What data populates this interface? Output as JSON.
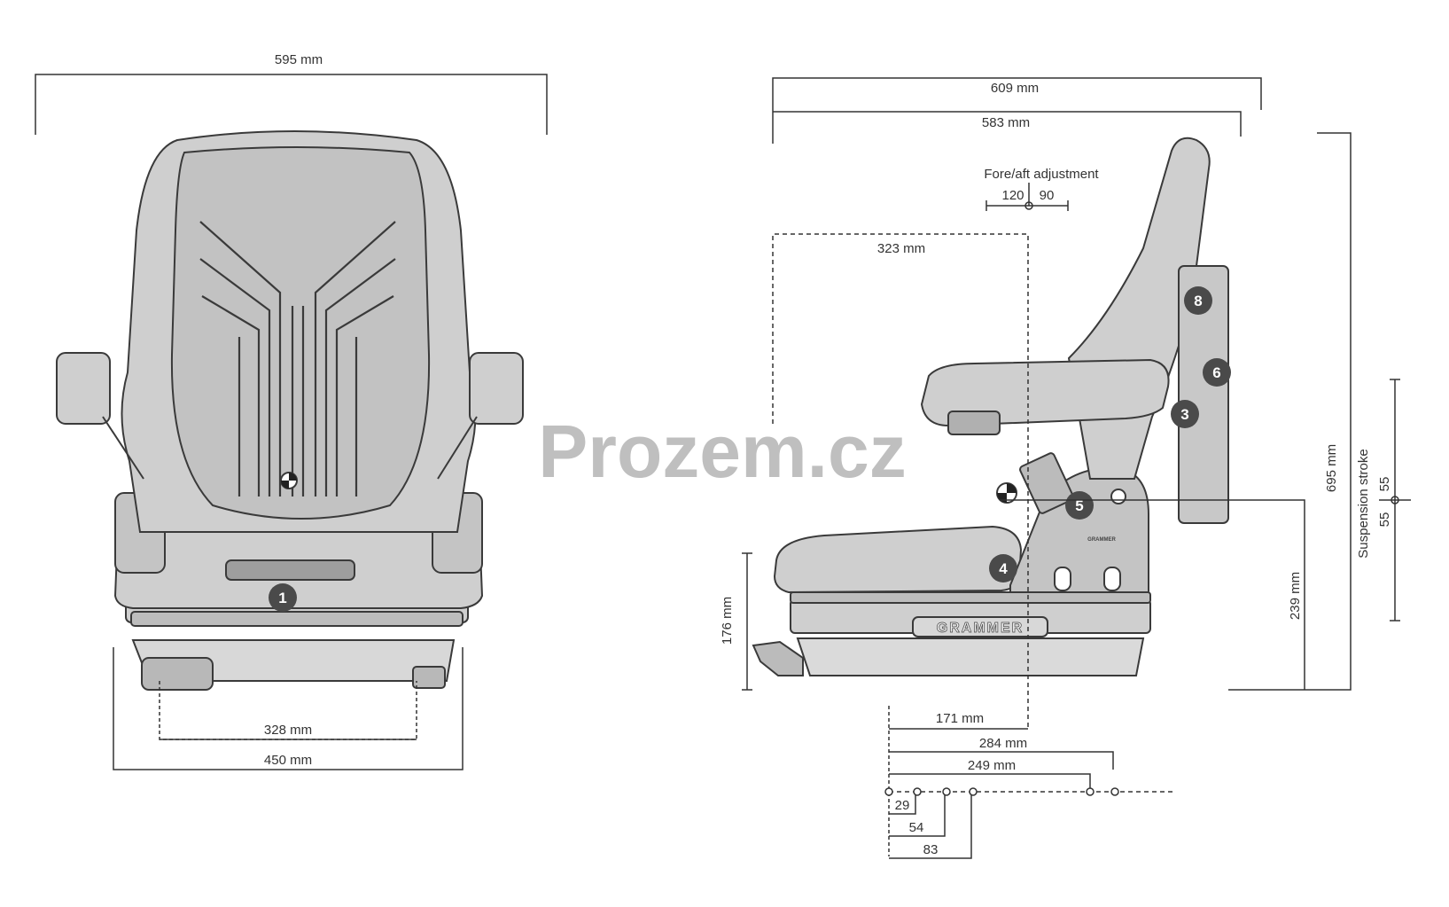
{
  "front_view": {
    "width_top": "595 mm",
    "rail_spacing": "328 mm",
    "base_width": "450 mm",
    "callout_1": "1"
  },
  "side_view": {
    "depth_total": "609 mm",
    "depth_seat": "583 mm",
    "fore_aft_label": "Fore/aft adjustment",
    "fore_aft_forward": "120",
    "fore_aft_back": "90",
    "reference_distance": "323 mm",
    "height_overall": "695 mm",
    "suspension_label": "Suspension stroke",
    "suspension_up": "55",
    "suspension_down": "55",
    "seat_index_height": "239 mm",
    "base_height": "176 mm",
    "rail_171": "171 mm",
    "rail_284": "284 mm",
    "rail_249": "249 mm",
    "hole_29": "29",
    "hole_54": "54",
    "hole_83": "83",
    "callout_3": "3",
    "callout_4": "4",
    "callout_5": "5",
    "callout_6": "6",
    "callout_8": "8",
    "brand_plate": "GRAMMER",
    "brand_small": "GRAMMER"
  },
  "watermark": "Prozem.cz",
  "colors": {
    "seat_fill": "#cfcfcf",
    "seat_stroke": "#3a3a3a",
    "badge": "#4a4a4a",
    "dimension_line": "#333333"
  }
}
